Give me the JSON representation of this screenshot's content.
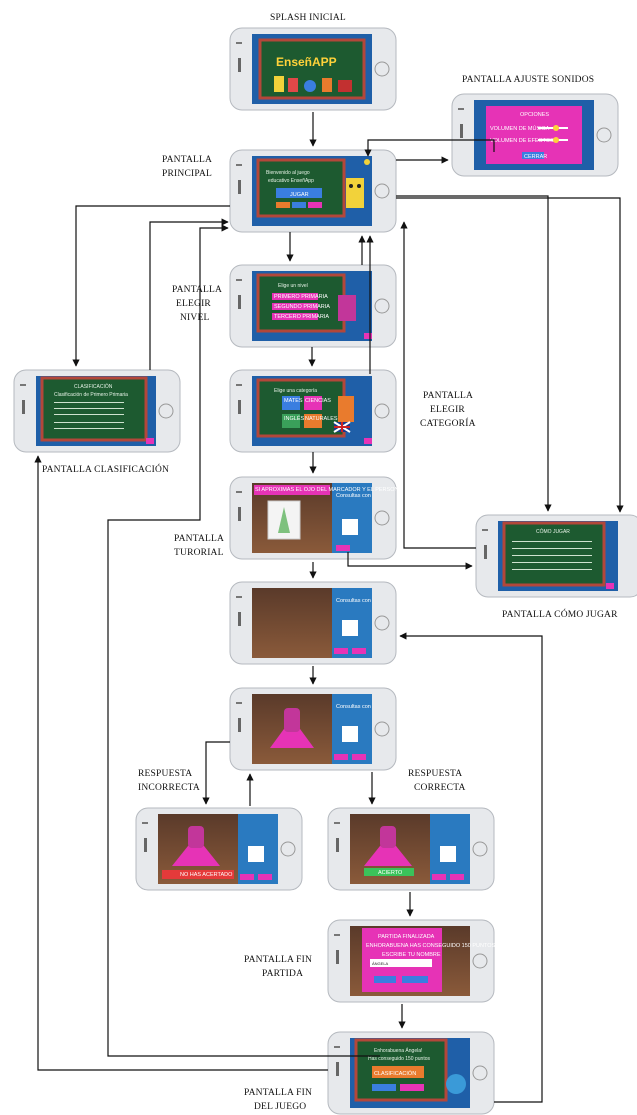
{
  "labels": {
    "splash": "SPLASH INICIAL",
    "ajuste": "PANTALLA AJUSTE SONIDOS",
    "principal_1": "PANTALLA",
    "principal_2": "PRINCIPAL",
    "nivel_1": "PANTALLA",
    "nivel_2": "ELEGIR",
    "nivel_3": "NIVEL",
    "categoria_1": "PANTALLA",
    "categoria_2": "ELEGIR",
    "categoria_3": "CATEGORÍA",
    "clasificacion": "PANTALLA CLASIFICACIÓN",
    "tutorial_1": "PANTALLA",
    "tutorial_2": "TURORIAL",
    "como_jugar": "PANTALLA CÓMO JUGAR",
    "incorrecta_1": "RESPUESTA",
    "incorrecta_2": "INCORRECTA",
    "correcta_1": "RESPUESTA",
    "correcta_2": "CORRECTA",
    "fin_partida_1": "PANTALLA FIN",
    "fin_partida_2": "PARTIDA",
    "fin_juego_1": "PANTALLA FIN",
    "fin_juego_2": "DEL JUEGO"
  },
  "screens": {
    "splash": {
      "logo": "EnseñAPP"
    },
    "ajuste": {
      "title": "OPCIONES",
      "row1": "VOLUMEN DE MÚSICA",
      "row2": "VOLUMEN DE EFECTOS",
      "button": "CERRAR"
    },
    "principal": {
      "line1": "Bienvenido al juego",
      "line2": "educativo EnseñApp",
      "play": "JUGAR"
    },
    "nivel": {
      "title": "Elige un nivel",
      "opt1": "PRIMERO PRIMARIA",
      "opt2": "SEGUNDO PRIMARIA",
      "opt3": "TERCERO PRIMARIA"
    },
    "categoria": {
      "title": "Elige una categoría",
      "c1": "MATES",
      "c2": "CIENCIAS",
      "c3": "INGLÉS",
      "c4": "NATURALES"
    },
    "clasificacion": {
      "title": "CLASIFICACIÓN",
      "subtitle": "Clasificación de Primero Primaria"
    },
    "tutorial": {
      "banner": "SI APROXIMAS EL OJO DEL MARCADOR Y EL PERSONAJE APARECE A LA PANTALLA",
      "side": "Consultas con"
    },
    "juego": {
      "side": "Consultas con"
    },
    "incorrecta": {
      "banner": "NO HAS ACERTADO"
    },
    "correcta": {
      "banner": "ACIERTO"
    },
    "fin_partida": {
      "title": "PARTIDA FINALIZADA",
      "line": "ENHORABUENA HAS CONSEGUIDO 150 PUNTOS",
      "input_label": "ESCRIBE TU NOMBRE",
      "input_value": "ÁNGELA"
    },
    "fin_juego": {
      "line1": "Enhorabuena Ángela!",
      "line2": "Has conseguido 150 puntos",
      "button": "CLASIFICACIÓN"
    },
    "como_jugar": {
      "title": "CÓMO JUGAR"
    }
  },
  "colors": {
    "phone_frame": "#e7e9ec",
    "screen_bg": "#1f5fa8",
    "chalkboard": "#1d5a30",
    "board_border": "#b3473a",
    "pink": "#e633b6",
    "arrow": "#111111"
  }
}
